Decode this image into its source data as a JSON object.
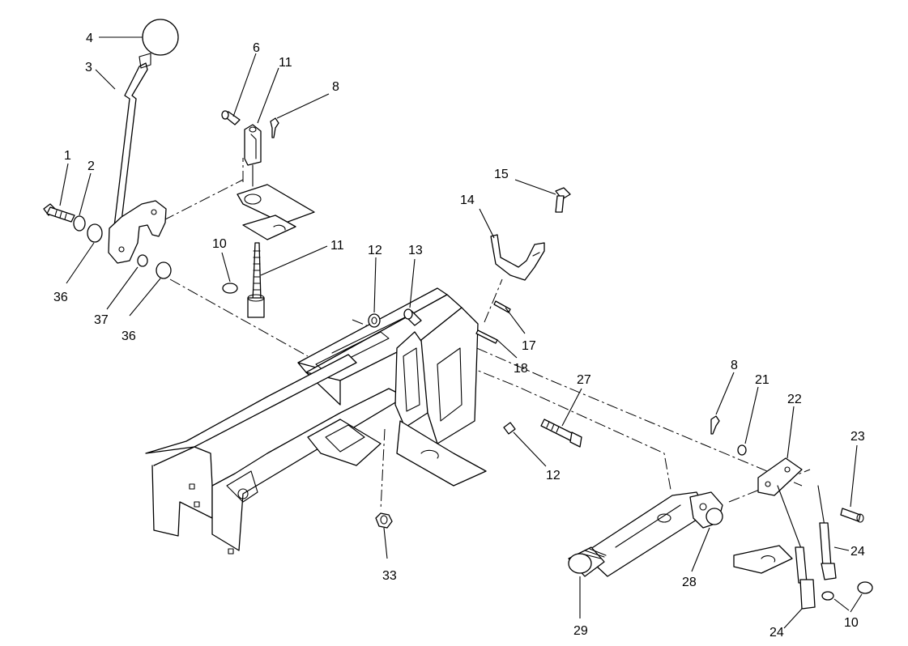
{
  "callouts": [
    {
      "id": "c1",
      "text": "1"
    },
    {
      "id": "c2",
      "text": "2"
    },
    {
      "id": "c3",
      "text": "3"
    },
    {
      "id": "c4",
      "text": "4"
    },
    {
      "id": "c36a",
      "text": "36"
    },
    {
      "id": "c37",
      "text": "37"
    },
    {
      "id": "c36b",
      "text": "36"
    },
    {
      "id": "c6",
      "text": "6"
    },
    {
      "id": "c11a",
      "text": "11"
    },
    {
      "id": "c8a",
      "text": "8"
    },
    {
      "id": "c10a",
      "text": "10"
    },
    {
      "id": "c11b",
      "text": "11"
    },
    {
      "id": "c12a",
      "text": "12"
    },
    {
      "id": "c13",
      "text": "13"
    },
    {
      "id": "c15",
      "text": "15"
    },
    {
      "id": "c14",
      "text": "14"
    },
    {
      "id": "c17",
      "text": "17"
    },
    {
      "id": "c18",
      "text": "18"
    },
    {
      "id": "c27",
      "text": "27"
    },
    {
      "id": "c12b",
      "text": "12"
    },
    {
      "id": "c33",
      "text": "33"
    },
    {
      "id": "c8b",
      "text": "8"
    },
    {
      "id": "c21",
      "text": "21"
    },
    {
      "id": "c22",
      "text": "22"
    },
    {
      "id": "c23",
      "text": "23"
    },
    {
      "id": "c24a",
      "text": "24"
    },
    {
      "id": "c28",
      "text": "28"
    },
    {
      "id": "c29",
      "text": "29"
    },
    {
      "id": "c24b",
      "text": "24"
    },
    {
      "id": "c10b",
      "text": "10"
    }
  ]
}
